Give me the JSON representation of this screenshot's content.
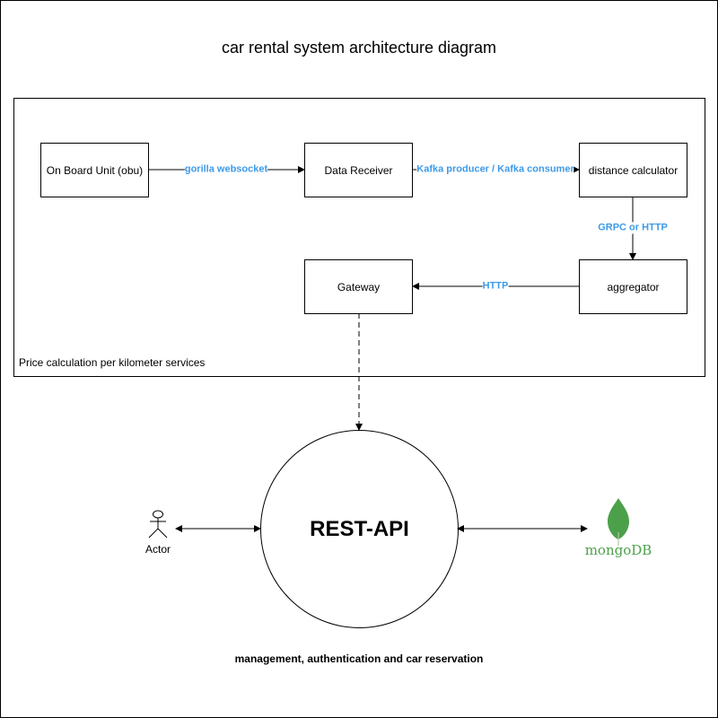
{
  "title": "car rental system architecture diagram",
  "group": {
    "label": "Price calculation per kilometer services"
  },
  "nodes": {
    "obu": "On Board Unit (obu)",
    "receiver": "Data Receiver",
    "distance": "distance calculator",
    "aggregator": "aggregator",
    "gateway": "Gateway",
    "rest": "REST-API",
    "actor": "Actor",
    "db": "mongoDB"
  },
  "edges": {
    "obu_receiver": "gorilla websocket",
    "receiver_distance": "Kafka producer / Kafka consumer",
    "distance_aggregator": "GRPC or HTTP",
    "aggregator_gateway": "HTTP"
  },
  "caption": "management, authentication and car reservation",
  "colors": {
    "edge_label": "#3d9ae8",
    "mongo_leaf": "#4ca04a",
    "line": "#000000"
  },
  "icons": {
    "actor": "stick-figure-icon",
    "db": "mongodb-leaf-icon"
  }
}
